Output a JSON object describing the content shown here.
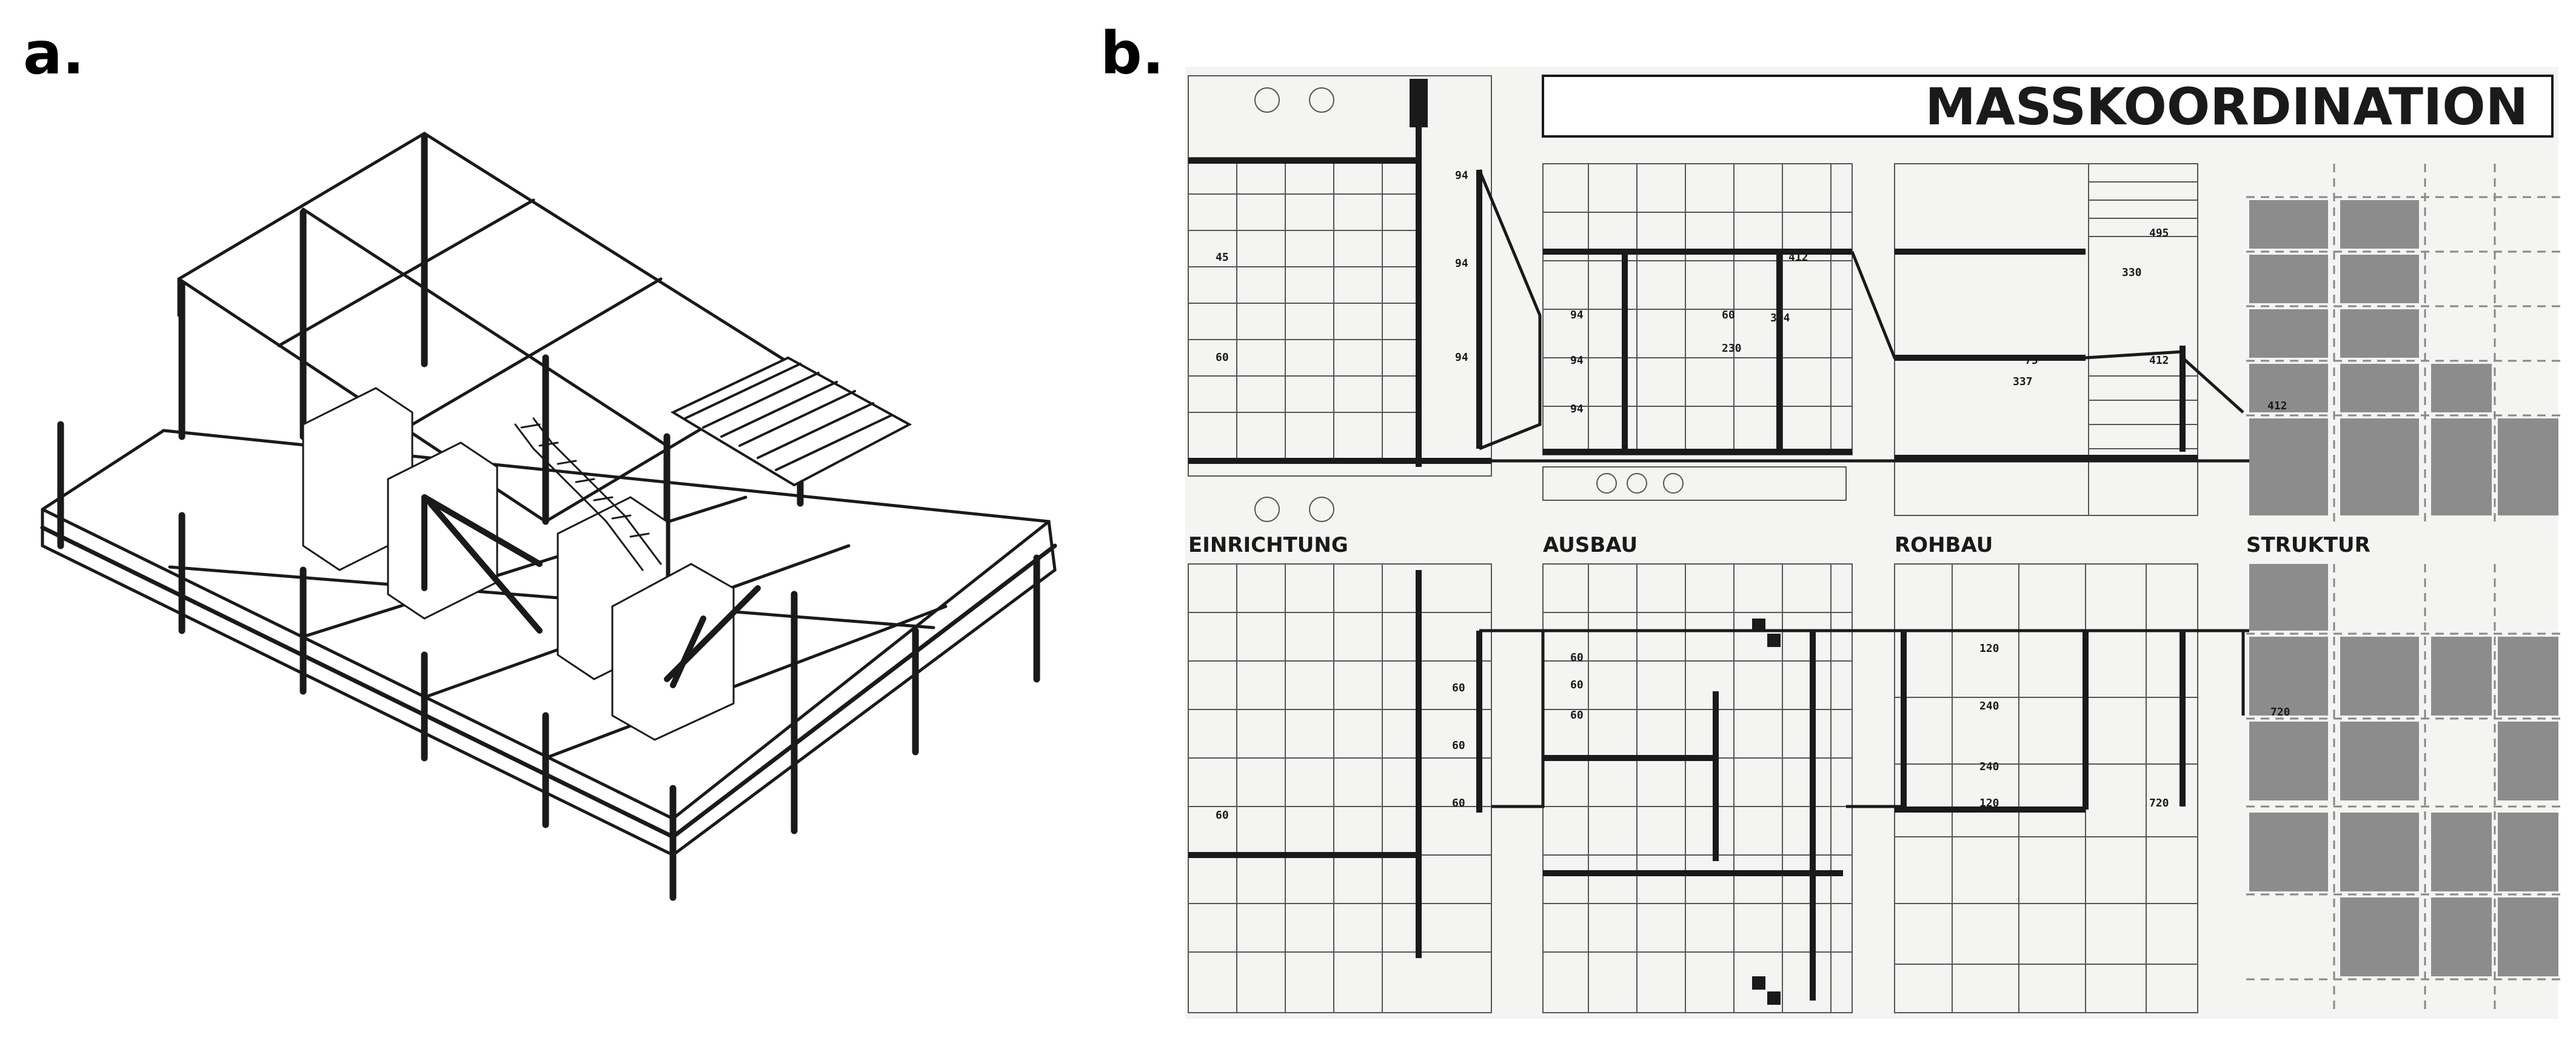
{
  "panels": {
    "a": {
      "label": "a."
    },
    "b": {
      "label": "b.",
      "title": "MASSKOORDINATION",
      "columns": [
        "EINRICHTUNG",
        "AUSBAU",
        "ROHBAU",
        "STRUKTUR"
      ],
      "dimensions": {
        "einrichtung_top": [
          "94",
          "94",
          "94",
          "60",
          "45"
        ],
        "einrichtung_bottom": [
          "60",
          "60",
          "60",
          "60"
        ],
        "ausbau_top": [
          "412",
          "394",
          "60",
          "230",
          "94",
          "94",
          "94"
        ],
        "ausbau_bottom": [
          "60",
          "60",
          "60"
        ],
        "rohbau_top": [
          "495",
          "330",
          "75",
          "337",
          "412"
        ],
        "rohbau_bottom": [
          "120",
          "240",
          "240",
          "120",
          "720"
        ],
        "struktur_top": "412",
        "struktur_bottom": "720"
      }
    }
  },
  "colors": {
    "ink": "#1a1a1a",
    "grid": "#555555",
    "fill_gray": "#8c8c8c",
    "paper": "#f4f4f2"
  }
}
